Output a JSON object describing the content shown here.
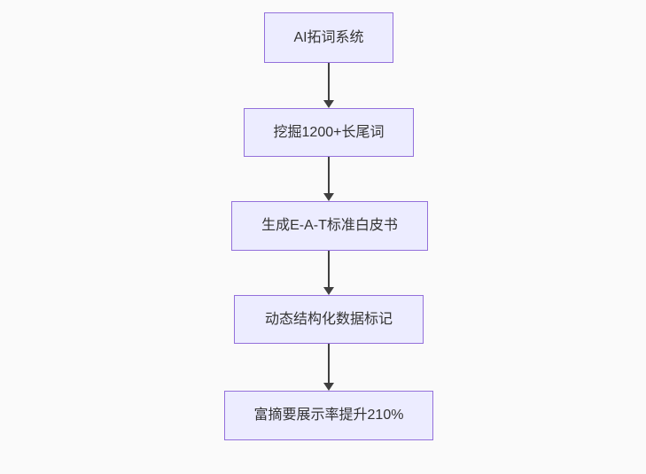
{
  "colors": {
    "background": "#fafafa",
    "node_fill": "#ececff",
    "node_border": "#9370db",
    "node_text": "#333333",
    "arrow": "#3f3f3f"
  },
  "flowchart": {
    "direction": "top-down",
    "nodes": [
      {
        "id": "A",
        "label": "AI拓词系统"
      },
      {
        "id": "B",
        "label": "挖掘1200+长尾词"
      },
      {
        "id": "C",
        "label": "生成E-A-T标准白皮书"
      },
      {
        "id": "D",
        "label": "动态结构化数据标记"
      },
      {
        "id": "E",
        "label": "富摘要展示率提升210%"
      }
    ],
    "edges": [
      {
        "from": "A",
        "to": "B"
      },
      {
        "from": "B",
        "to": "C"
      },
      {
        "from": "C",
        "to": "D"
      },
      {
        "from": "D",
        "to": "E"
      }
    ]
  }
}
